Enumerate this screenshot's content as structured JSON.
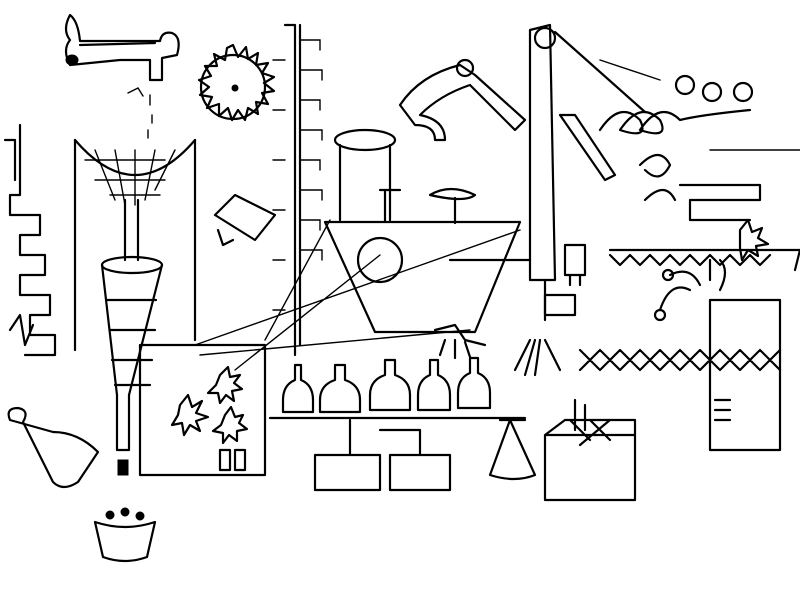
{
  "colors": {
    "ink": "#000000",
    "paper": "#ffffff"
  },
  "parts": [
    "faucet",
    "gear",
    "ladder",
    "hammock-net",
    "funnel",
    "wheel-box",
    "bottles",
    "arm",
    "crane",
    "springs",
    "bowl",
    "cart",
    "plug",
    "buckets",
    "cone",
    "crate"
  ]
}
